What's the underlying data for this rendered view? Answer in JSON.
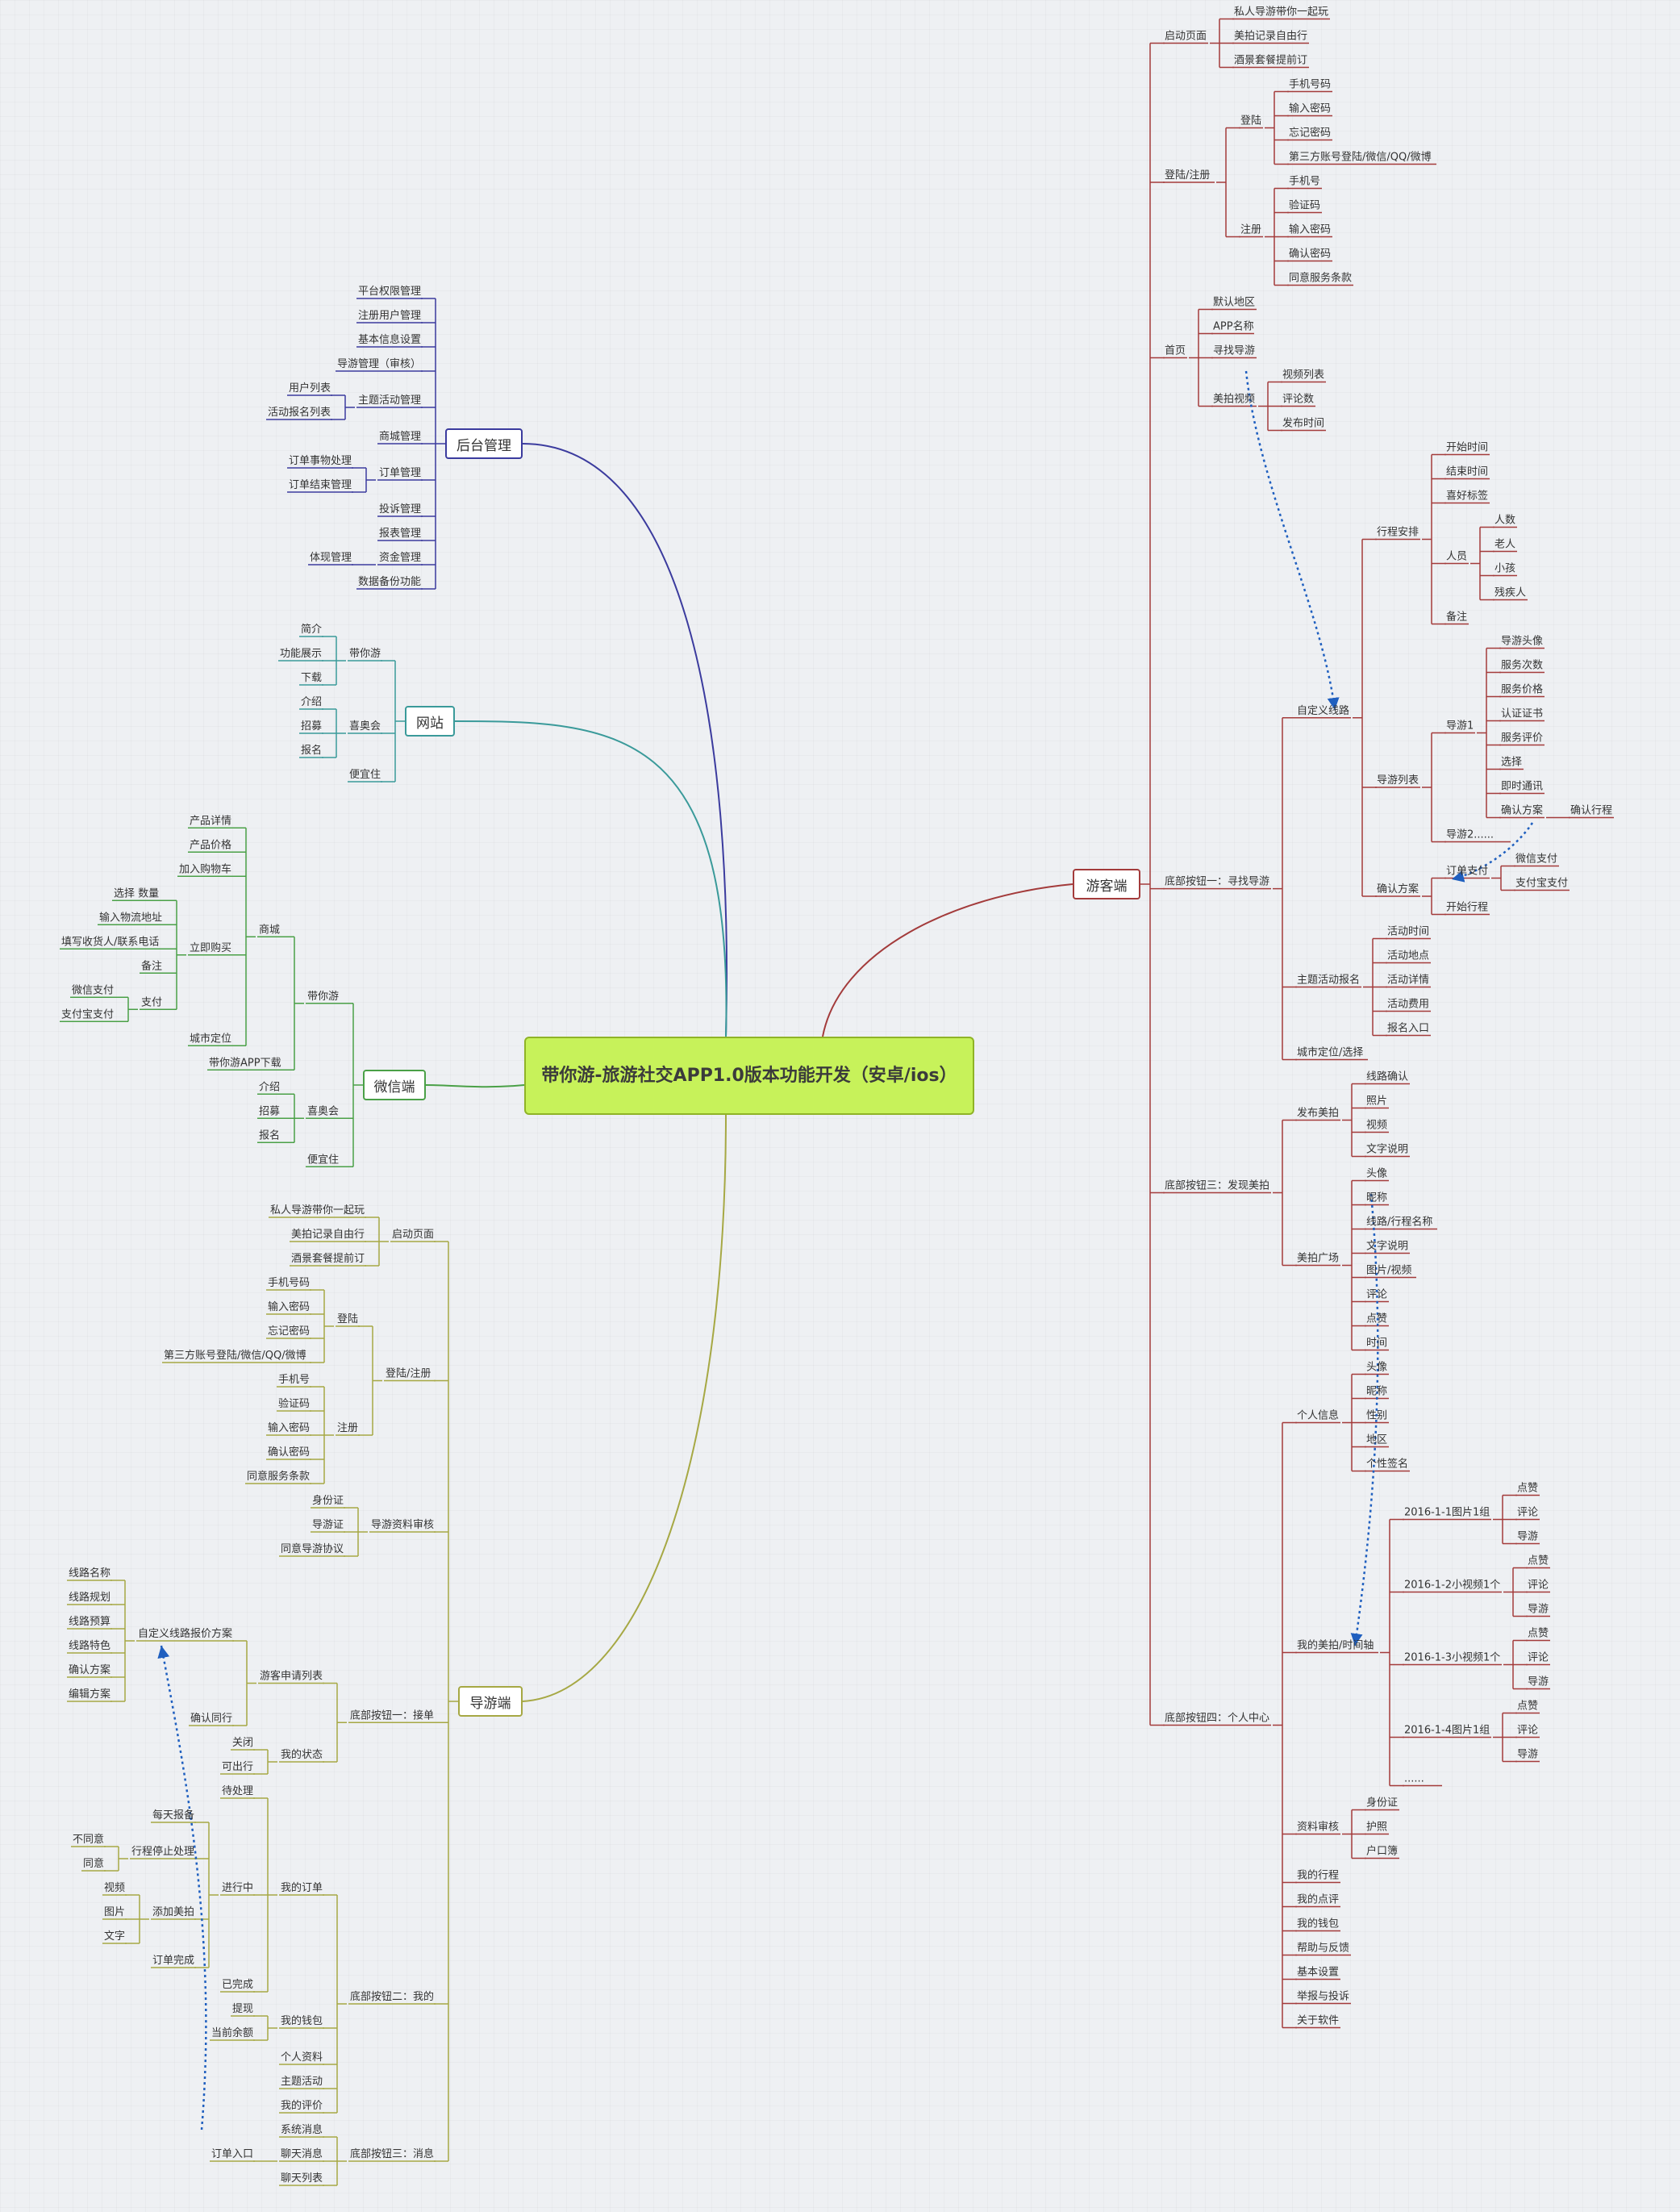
{
  "central": "带你游-旅游社交APP1.0版本功能开发（安卓/ios）",
  "colors": {
    "central_fill": "#c7f25a",
    "youke": "#a33b3b",
    "houtai": "#3b3b9e",
    "wangzhan": "#3a9a9a",
    "weixin": "#4aa047",
    "daoyou": "#a6a844",
    "dotted": "#1f5fbf"
  },
  "branches": [
    {
      "key": "youke",
      "label": "游客端",
      "side": "right",
      "color": "#a33b3b",
      "children": [
        {
          "label": "启动页面",
          "children": [
            {
              "label": "私人导游带你一起玩"
            },
            {
              "label": "美拍记录自由行"
            },
            {
              "label": "酒景套餐提前订"
            }
          ]
        },
        {
          "label": "登陆/注册",
          "children": [
            {
              "label": "登陆",
              "children": [
                {
                  "label": "手机号码"
                },
                {
                  "label": "输入密码"
                },
                {
                  "label": "忘记密码"
                },
                {
                  "label": "第三方账号登陆/微信/QQ/微博"
                }
              ]
            },
            {
              "label": "注册",
              "children": [
                {
                  "label": "手机号"
                },
                {
                  "label": "验证码"
                },
                {
                  "label": "输入密码"
                },
                {
                  "label": "确认密码"
                },
                {
                  "label": "同意服务条款"
                }
              ]
            }
          ]
        },
        {
          "label": "首页",
          "children": [
            {
              "label": "默认地区"
            },
            {
              "label": "APP名称"
            },
            {
              "label": "寻找导游"
            },
            {
              "label": "美拍视频",
              "children": [
                {
                  "label": "视频列表"
                },
                {
                  "label": "评论数"
                },
                {
                  "label": "发布时间"
                }
              ]
            }
          ]
        },
        {
          "label": "底部按钮一：寻找导游",
          "children": [
            {
              "label": "自定义线路",
              "children": [
                {
                  "label": "行程安排",
                  "children": [
                    {
                      "label": "开始时间"
                    },
                    {
                      "label": "结束时间"
                    },
                    {
                      "label": "喜好标签"
                    },
                    {
                      "label": "人员",
                      "children": [
                        {
                          "label": "人数"
                        },
                        {
                          "label": "老人"
                        },
                        {
                          "label": "小孩"
                        },
                        {
                          "label": "残疾人"
                        }
                      ]
                    },
                    {
                      "label": "备注"
                    }
                  ]
                },
                {
                  "label": "导游列表",
                  "children": [
                    {
                      "label": "导游1",
                      "children": [
                        {
                          "label": "导游头像"
                        },
                        {
                          "label": "服务次数"
                        },
                        {
                          "label": "服务价格"
                        },
                        {
                          "label": "认证证书"
                        },
                        {
                          "label": "服务评价"
                        },
                        {
                          "label": "选择"
                        },
                        {
                          "label": "即时通讯"
                        },
                        {
                          "label": "确认方案",
                          "children": [
                            {
                              "label": "确认行程"
                            }
                          ]
                        }
                      ]
                    },
                    {
                      "label": "导游2......"
                    }
                  ]
                },
                {
                  "label": "确认方案",
                  "children": [
                    {
                      "label": "订单支付",
                      "children": [
                        {
                          "label": "微信支付"
                        },
                        {
                          "label": "支付宝支付"
                        }
                      ]
                    },
                    {
                      "label": "开始行程"
                    }
                  ]
                }
              ]
            },
            {
              "label": "主题活动报名",
              "children": [
                {
                  "label": "活动时间"
                },
                {
                  "label": "活动地点"
                },
                {
                  "label": "活动详情"
                },
                {
                  "label": "活动费用"
                },
                {
                  "label": "报名入口"
                }
              ]
            },
            {
              "label": "城市定位/选择"
            }
          ]
        },
        {
          "label": "底部按钮三：发现美拍",
          "children": [
            {
              "label": "发布美拍",
              "children": [
                {
                  "label": "线路确认"
                },
                {
                  "label": "照片"
                },
                {
                  "label": "视频"
                },
                {
                  "label": "文字说明"
                }
              ]
            },
            {
              "label": "美拍广场",
              "children": [
                {
                  "label": "头像"
                },
                {
                  "label": "昵称"
                },
                {
                  "label": "线路/行程名称"
                },
                {
                  "label": "文字说明"
                },
                {
                  "label": "图片/视频"
                },
                {
                  "label": "评论"
                },
                {
                  "label": "点赞"
                },
                {
                  "label": "时间"
                }
              ]
            }
          ]
        },
        {
          "label": "底部按钮四：个人中心",
          "children": [
            {
              "label": "个人信息",
              "children": [
                {
                  "label": "头像"
                },
                {
                  "label": "昵称"
                },
                {
                  "label": "性别"
                },
                {
                  "label": "地区"
                },
                {
                  "label": "个性签名"
                }
              ]
            },
            {
              "label": "我的美拍/时间轴",
              "children": [
                {
                  "label": "2016-1-1图片1组",
                  "children": [
                    {
                      "label": "点赞"
                    },
                    {
                      "label": "评论"
                    },
                    {
                      "label": "导游"
                    }
                  ]
                },
                {
                  "label": "2016-1-2小视频1个",
                  "children": [
                    {
                      "label": "点赞"
                    },
                    {
                      "label": "评论"
                    },
                    {
                      "label": "导游"
                    }
                  ]
                },
                {
                  "label": "2016-1-3小视频1个",
                  "children": [
                    {
                      "label": "点赞"
                    },
                    {
                      "label": "评论"
                    },
                    {
                      "label": "导游"
                    }
                  ]
                },
                {
                  "label": "2016-1-4图片1组",
                  "children": [
                    {
                      "label": "点赞"
                    },
                    {
                      "label": "评论"
                    },
                    {
                      "label": "导游"
                    }
                  ]
                },
                {
                  "label": "......"
                }
              ]
            },
            {
              "label": "资料审核",
              "children": [
                {
                  "label": "身份证"
                },
                {
                  "label": "护照"
                },
                {
                  "label": "户口簿"
                }
              ]
            },
            {
              "label": "我的行程"
            },
            {
              "label": "我的点评"
            },
            {
              "label": "我的钱包"
            },
            {
              "label": "帮助与反馈"
            },
            {
              "label": "基本设置"
            },
            {
              "label": "举报与投诉"
            },
            {
              "label": "关于软件"
            }
          ]
        }
      ]
    },
    {
      "key": "houtai",
      "label": "后台管理",
      "side": "left",
      "color": "#3b3b9e",
      "children": [
        {
          "label": "平台权限管理"
        },
        {
          "label": "注册用户管理"
        },
        {
          "label": "基本信息设置"
        },
        {
          "label": "导游管理（审核）"
        },
        {
          "label": "主题活动管理",
          "children": [
            {
              "label": "用户列表"
            },
            {
              "label": "活动报名列表"
            }
          ]
        },
        {
          "label": "商城管理"
        },
        {
          "label": "订单管理",
          "children": [
            {
              "label": "订单事物处理"
            },
            {
              "label": "订单结束管理"
            }
          ]
        },
        {
          "label": "投诉管理"
        },
        {
          "label": "报表管理"
        },
        {
          "label": "资金管理",
          "children": [
            {
              "label": "体现管理"
            }
          ]
        },
        {
          "label": "数据备份功能"
        }
      ]
    },
    {
      "key": "wangzhan",
      "label": "网站",
      "side": "left",
      "color": "#3a9a9a",
      "children": [
        {
          "label": "带你游",
          "children": [
            {
              "label": "简介"
            },
            {
              "label": "功能展示"
            },
            {
              "label": "下载"
            }
          ]
        },
        {
          "label": "喜奥会",
          "children": [
            {
              "label": "介绍"
            },
            {
              "label": "招募"
            },
            {
              "label": "报名"
            }
          ]
        },
        {
          "label": "便宜住"
        }
      ]
    },
    {
      "key": "weixin",
      "label": "微信端",
      "side": "left",
      "color": "#4aa047",
      "children": [
        {
          "label": "带你游",
          "children": [
            {
              "label": "商城",
              "children": [
                {
                  "label": "产品详情"
                },
                {
                  "label": "产品价格"
                },
                {
                  "label": "加入购物车"
                },
                {
                  "label": "立即购买",
                  "children": [
                    {
                      "label": "选择 数量"
                    },
                    {
                      "label": "输入物流地址"
                    },
                    {
                      "label": "填写收货人/联系电话"
                    },
                    {
                      "label": "备注"
                    },
                    {
                      "label": "支付",
                      "children": [
                        {
                          "label": "微信支付"
                        },
                        {
                          "label": "支付宝支付"
                        }
                      ]
                    }
                  ]
                },
                {
                  "label": "城市定位"
                }
              ]
            },
            {
              "label": "带你游APP下载"
            }
          ]
        },
        {
          "label": "喜奥会",
          "children": [
            {
              "label": "介绍"
            },
            {
              "label": "招募"
            },
            {
              "label": "报名"
            }
          ]
        },
        {
          "label": "便宜住"
        }
      ]
    },
    {
      "key": "daoyou",
      "label": "导游端",
      "side": "left",
      "color": "#a6a844",
      "children": [
        {
          "label": "启动页面",
          "children": [
            {
              "label": "私人导游带你一起玩"
            },
            {
              "label": "美拍记录自由行"
            },
            {
              "label": "酒景套餐提前订"
            }
          ]
        },
        {
          "label": "登陆/注册",
          "children": [
            {
              "label": "登陆",
              "children": [
                {
                  "label": "手机号码"
                },
                {
                  "label": "输入密码"
                },
                {
                  "label": "忘记密码"
                },
                {
                  "label": "第三方账号登陆/微信/QQ/微博"
                }
              ]
            },
            {
              "label": "注册",
              "children": [
                {
                  "label": "手机号"
                },
                {
                  "label": "验证码"
                },
                {
                  "label": "输入密码"
                },
                {
                  "label": "确认密码"
                },
                {
                  "label": "同意服务条款"
                }
              ]
            }
          ]
        },
        {
          "label": "导游资料审核",
          "children": [
            {
              "label": "身份证"
            },
            {
              "label": "导游证"
            },
            {
              "label": "同意导游协议"
            }
          ]
        },
        {
          "label": "底部按钮一：接单",
          "children": [
            {
              "label": "游客申请列表",
              "children": [
                {
                  "label": "自定义线路报价方案",
                  "children": [
                    {
                      "label": "线路名称"
                    },
                    {
                      "label": "线路规划"
                    },
                    {
                      "label": "线路预算"
                    },
                    {
                      "label": "线路特色"
                    },
                    {
                      "label": "确认方案"
                    },
                    {
                      "label": "编辑方案"
                    }
                  ]
                },
                {
                  "label": "确认同行"
                }
              ]
            },
            {
              "label": "我的状态",
              "children": [
                {
                  "label": "关闭"
                },
                {
                  "label": "可出行"
                }
              ]
            }
          ]
        },
        {
          "label": "底部按钮二：我的",
          "children": [
            {
              "label": "我的订单",
              "children": [
                {
                  "label": "待处理"
                },
                {
                  "label": "进行中",
                  "children": [
                    {
                      "label": "每天报备"
                    },
                    {
                      "label": "行程停止处理",
                      "children": [
                        {
                          "label": "不同意"
                        },
                        {
                          "label": "同意"
                        }
                      ]
                    },
                    {
                      "label": "添加美拍",
                      "children": [
                        {
                          "label": "视频"
                        },
                        {
                          "label": "图片"
                        },
                        {
                          "label": "文字"
                        }
                      ]
                    },
                    {
                      "label": "订单完成"
                    }
                  ]
                },
                {
                  "label": "已完成"
                }
              ]
            },
            {
              "label": "我的钱包",
              "children": [
                {
                  "label": "提现"
                },
                {
                  "label": "当前余额"
                }
              ]
            },
            {
              "label": "个人资料"
            },
            {
              "label": "主题活动"
            },
            {
              "label": "我的评价"
            }
          ]
        },
        {
          "label": "底部按钮三：消息",
          "children": [
            {
              "label": "系统消息"
            },
            {
              "label": "聊天消息",
              "children": [
                {
                  "label": "订单入口"
                }
              ]
            },
            {
              "label": "聊天列表"
            }
          ]
        }
      ]
    }
  ]
}
